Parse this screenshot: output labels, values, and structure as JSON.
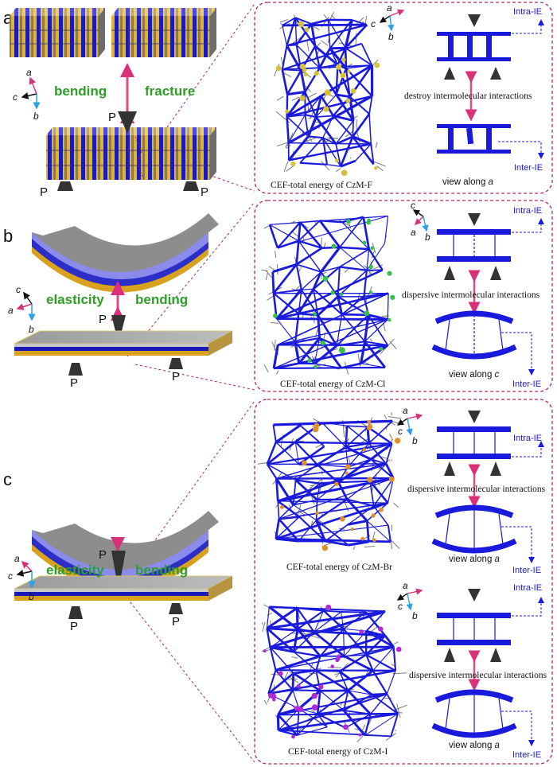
{
  "panels": {
    "a": {
      "letter": "a",
      "left_labels": {
        "process1": "bending",
        "process2": "fracture",
        "force": "P"
      },
      "axes_left": {
        "a": "a",
        "b": "b",
        "c": "c"
      },
      "axes_right": {
        "a": "a",
        "b": "b",
        "c": "c"
      },
      "caption": "CEF-total energy of CzM-F",
      "intra": "Intra-IE",
      "inter": "Inter-IE",
      "interaction": "destroy intermolecular interactions",
      "view_prefix": "view along",
      "view_axis": "a"
    },
    "b": {
      "letter": "b",
      "left_labels": {
        "process1": "elasticity",
        "process2": "bending",
        "force": "P"
      },
      "axes_left": {
        "a": "a",
        "b": "b",
        "c": "c"
      },
      "axes_right": {
        "a": "a",
        "b": "b",
        "c": "c"
      },
      "caption": "CEF-total energy of CzM-Cl",
      "intra": "Intra-IE",
      "inter": "Inter-IE",
      "interaction": "dispersive intermolecular interactions",
      "view_prefix": "view along",
      "view_axis": "c"
    },
    "c": {
      "letter": "c",
      "left_labels": {
        "process1": "elasticity",
        "process2": "bending",
        "force": "P"
      },
      "axes_left": {
        "a": "a",
        "b": "b",
        "c": "c"
      },
      "sub": [
        {
          "axes": {
            "a": "a",
            "b": "b",
            "c": "c"
          },
          "caption": "CEF-total energy of CzM-Br",
          "intra": "Intra-IE",
          "inter": "Inter-IE",
          "interaction": "dispersive intermolecular interactions",
          "view_prefix": "view along",
          "view_axis": "a"
        },
        {
          "axes": {
            "a": "a",
            "b": "b",
            "c": "c"
          },
          "caption": "CEF-total energy of CzM-I",
          "intra": "Intra-IE",
          "inter": "Inter-IE",
          "interaction": "dispersive intermolecular interactions",
          "view_prefix": "view along",
          "view_axis": "a"
        }
      ]
    }
  },
  "colors": {
    "frame": "#b02a52",
    "arrow_pink": "#d94f8a",
    "label_green": "#2e9e26",
    "blue": "#1a1adc",
    "gold": "#e0b020",
    "gray": "#8e8e8e",
    "axis_a": "#d9307a",
    "axis_b": "#2aa0e8",
    "atom_F": "#d6c23a",
    "atom_Cl": "#34c24a",
    "atom_Br": "#e0902a",
    "atom_I": "#b22ad8"
  }
}
